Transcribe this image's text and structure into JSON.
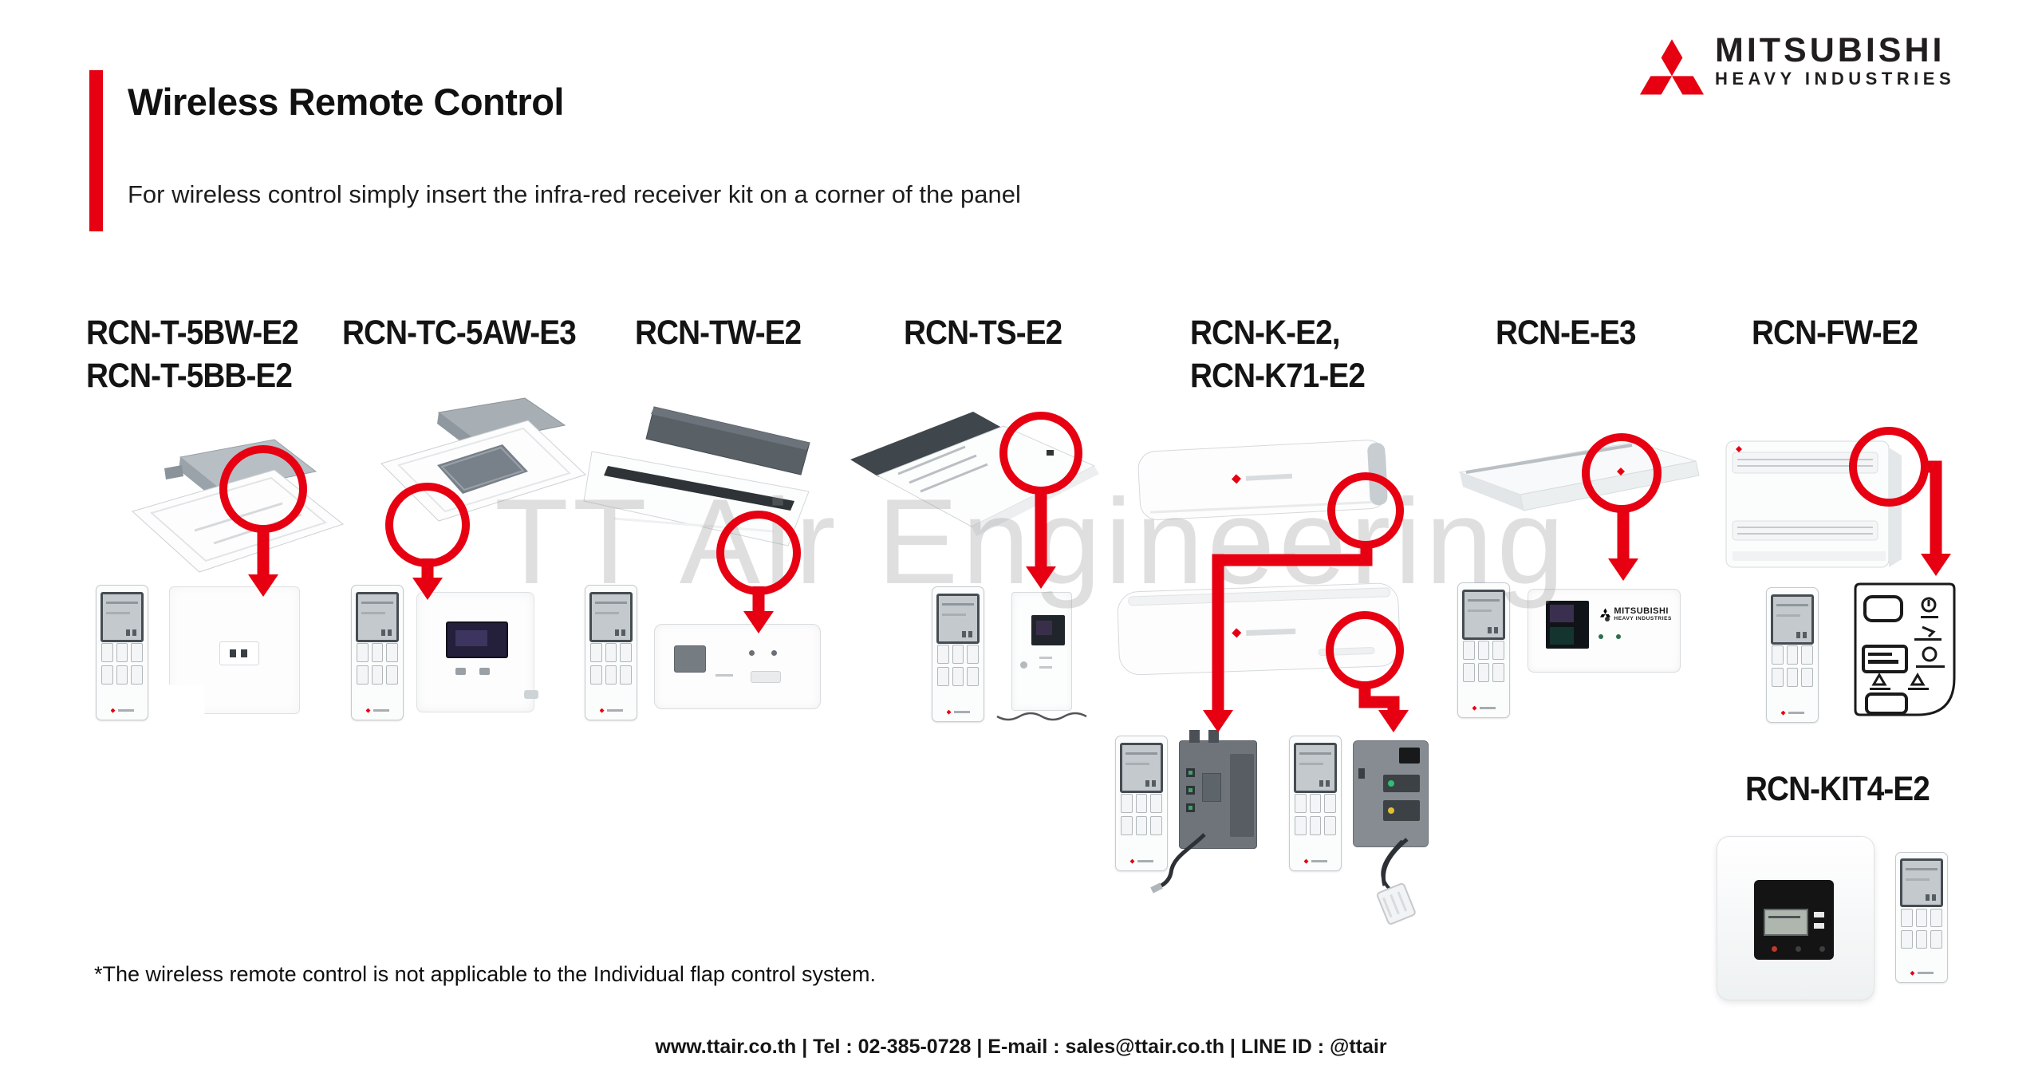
{
  "brand": {
    "name": "MITSUBISHI",
    "division": "HEAVY INDUSTRIES"
  },
  "header": {
    "title": "Wireless Remote Control",
    "subtitle": "For wireless control simply insert the infra-red receiver kit on a corner of the panel"
  },
  "watermark": "TT Air Engineering",
  "products": [
    {
      "model": "RCN-T-5BW-E2",
      "model2": "RCN-T-5BB-E2"
    },
    {
      "model": "RCN-TC-5AW-E3",
      "model2": ""
    },
    {
      "model": "RCN-TW-E2",
      "model2": ""
    },
    {
      "model": "RCN-TS-E2",
      "model2": ""
    },
    {
      "model": "RCN-K-E2,",
      "model2": "RCN-K71-E2"
    },
    {
      "model": "RCN-E-E3",
      "model2": ""
    },
    {
      "model": "RCN-FW-E2",
      "model2": ""
    }
  ],
  "kit": {
    "model": "RCN-KIT4-E2"
  },
  "footnote": "*The wireless remote control is not applicable to the Individual flap control system.",
  "footer": "www.ttair.co.th | Tel : 02-385-0728 | E-mail : sales@ttair.co.th | LINE ID : @ttair",
  "colors": {
    "accent": "#e60012"
  }
}
